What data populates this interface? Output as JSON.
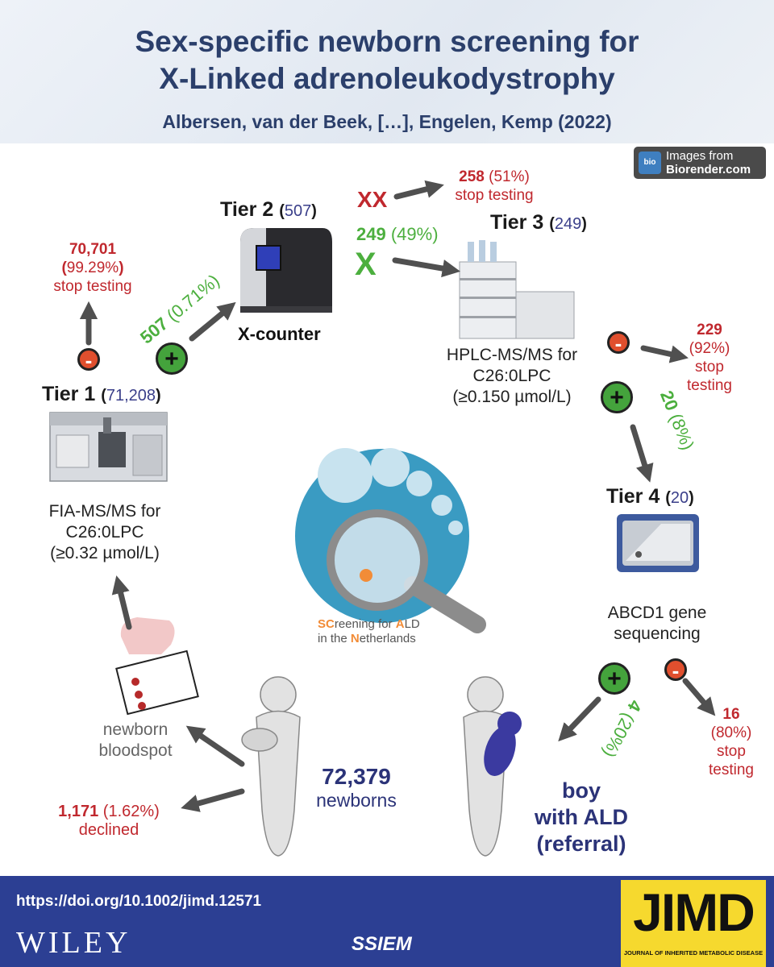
{
  "header": {
    "title_line1": "Sex-specific newborn screening for",
    "title_line2": "X-Linked adrenoleukodystrophy",
    "authors": "Albersen, van der Beek, […], Engelen, Kemp (2022)"
  },
  "credit": {
    "line1": "Images from",
    "line2": "Biorender.com",
    "logo": "bio RENDER"
  },
  "tier1": {
    "label": "Tier 1",
    "count": "71,208",
    "method_line1": "FIA-MS/MS for",
    "method_line2": "C26:0LPC",
    "method_line3": "(≥0.32 µmol/L)"
  },
  "tier1_stop": {
    "count": "70,701",
    "pct": "99.29%",
    "text": "stop testing"
  },
  "tier1_pass": {
    "count": "507",
    "pct": "(0.71%)"
  },
  "tier2": {
    "label": "Tier 2",
    "count": "507",
    "device": "X-counter"
  },
  "tier2_xx": {
    "symbol": "XX",
    "count": "258",
    "pct": "(51%)",
    "text": "stop testing"
  },
  "tier2_x": {
    "symbol": "X",
    "count": "249",
    "pct": "(49%)"
  },
  "tier3": {
    "label": "Tier 3",
    "count": "249",
    "method_line1": "HPLC-MS/MS for",
    "method_line2": "C26:0LPC",
    "method_line3": "(≥0.150 µmol/L)"
  },
  "tier3_stop": {
    "count": "229",
    "pct": "(92%)",
    "text1": "stop",
    "text2": "testing"
  },
  "tier3_pass": {
    "count": "20",
    "pct": "(8%)"
  },
  "tier4": {
    "label": "Tier 4",
    "count": "20",
    "method_line1": "ABCD1 gene",
    "method_line2": "sequencing"
  },
  "tier4_stop": {
    "count": "16",
    "pct": "(80%)",
    "text1": "stop",
    "text2": "testing"
  },
  "tier4_pass": {
    "count": "4",
    "pct": "(20%)"
  },
  "center_logo": {
    "line1_sc": "SC",
    "line1_rest": "reening for ",
    "line1_a": "A",
    "line1_ld": "LD",
    "line2_pre": "in the ",
    "line2_n": "N",
    "line2_rest": "etherlands"
  },
  "newborns": {
    "count": "72,379",
    "text": "newborns"
  },
  "bloodspot": {
    "line1": "newborn",
    "line2": "bloodspot"
  },
  "declined": {
    "count": "1,171",
    "pct": "(1.62%)",
    "text": "declined"
  },
  "outcome": {
    "line1": "boy",
    "line2": "with ALD",
    "line3": "(referral)"
  },
  "signs": {
    "plus": "+",
    "minus": "-"
  },
  "footer": {
    "doi": "https://doi.org/10.1002/jimd.12571",
    "publisher": "WILEY",
    "society": "SSIEM",
    "journal_abbr": "JIMD",
    "journal_name": "JOURNAL OF INHERITED METABOLIC DISEASE"
  },
  "colors": {
    "navy": "#2b3f6b",
    "red": "#c0282e",
    "green": "#4caf3e",
    "footer": "#2c3f93",
    "jimd_yellow": "#f6d92e"
  }
}
